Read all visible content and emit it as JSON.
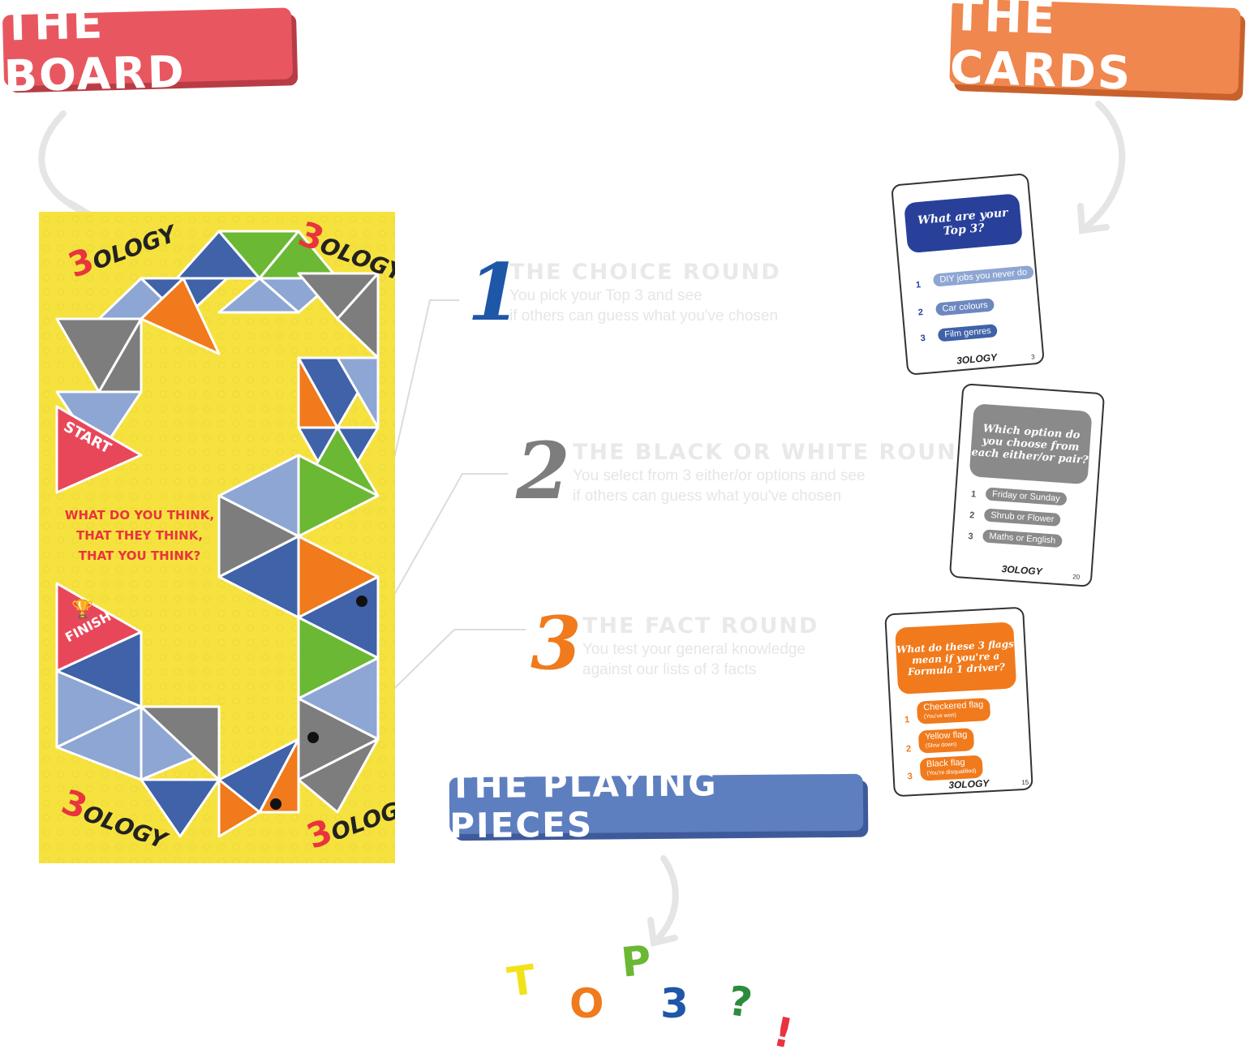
{
  "banners": {
    "board": "THE BOARD",
    "cards": "THE CARDS",
    "pieces": "THE PLAYING PIECES"
  },
  "board": {
    "logo_three": "3",
    "logo_ology": "OLOGY",
    "tagline": [
      "WHAT DO YOU THINK,",
      "THAT THEY THINK,",
      "THAT YOU THINK?"
    ],
    "start_label": "START",
    "finish_label": "FINISH",
    "colors": {
      "background": "#f6e23f",
      "blue": "#3f62a8",
      "lightblue": "#8ea6d3",
      "grey": "#7d7d7d",
      "orange": "#f07a1c",
      "green": "#6ab833",
      "red": "#e8475a"
    }
  },
  "rounds": [
    {
      "number": "1",
      "title": "THE CHOICE ROUND",
      "desc": [
        "You pick your Top 3 and see",
        "if others can guess what you've chosen"
      ],
      "color": "#1e56a8"
    },
    {
      "number": "2",
      "title": "THE BLACK OR WHITE ROUND",
      "desc": [
        "You select from 3 either/or options and see",
        "if others can guess what you've chosen"
      ],
      "color": "#7d7d7d"
    },
    {
      "number": "3",
      "title": "THE FACT ROUND",
      "desc": [
        "You test your general knowledge",
        "against our lists of 3 facts"
      ],
      "color": "#f07a1c"
    }
  ],
  "cards": [
    {
      "question": "What are your Top 3?",
      "options": [
        "DIY jobs you never do",
        "Car colours",
        "Film genres"
      ],
      "page": "3",
      "color": "#28409a",
      "optcolor": "#8ea6d3"
    },
    {
      "question": "Which option do you choose from each either/or pair?",
      "options": [
        "Friday or Sunday",
        "Shrub or Flower",
        "Maths or English"
      ],
      "page": "20",
      "color": "#8a8a8a",
      "optcolor": "#8a8a8a"
    },
    {
      "question": "What do these 3 flags mean if you're a Formula 1 driver?",
      "options": [
        "Checkered flag",
        "Yellow flag",
        "Black flag"
      ],
      "subs": [
        "(You've won)",
        "(Slow down)",
        "(You're disqualified)"
      ],
      "page": "15",
      "color": "#f07a1c",
      "optcolor": "#f07a1c"
    }
  ],
  "card_logo": "3OLOGY",
  "pieces": [
    {
      "letter": "T",
      "color": "#f2e21a"
    },
    {
      "letter": "O",
      "color": "#f07a1c"
    },
    {
      "letter": "P",
      "color": "#6ab833"
    },
    {
      "letter": "3",
      "color": "#1e56a8"
    },
    {
      "letter": "?",
      "color": "#2e8b3e"
    },
    {
      "letter": "!",
      "color": "#e8343e"
    }
  ]
}
